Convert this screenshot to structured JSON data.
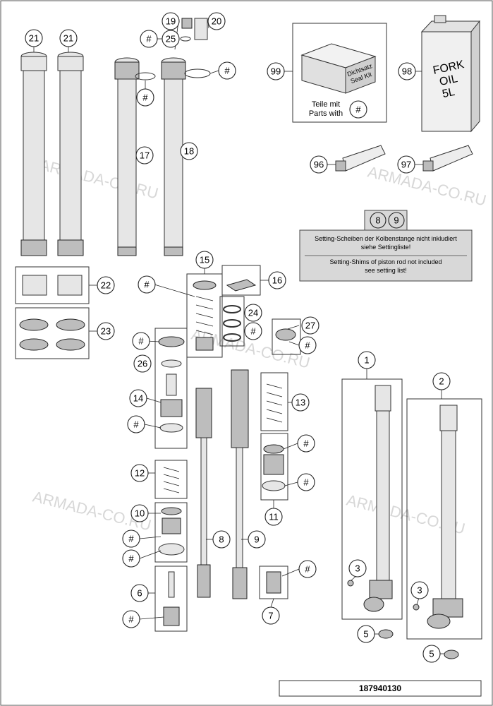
{
  "watermark": "ARMADA-CO.RU",
  "drawing_number": "187940130",
  "hash_symbol": "#",
  "callouts": {
    "c1": "1",
    "c2": "2",
    "c3": "3",
    "c5": "5",
    "c6": "6",
    "c7": "7",
    "c8": "8",
    "c9": "9",
    "c10": "10",
    "c11": "11",
    "c12": "12",
    "c13": "13",
    "c14": "14",
    "c15": "15",
    "c16": "16",
    "c17": "17",
    "c18": "18",
    "c19": "19",
    "c20": "20",
    "c21": "21",
    "c22": "22",
    "c23": "23",
    "c24": "24",
    "c25": "25",
    "c26": "26",
    "c27": "27",
    "c96": "96",
    "c97": "97",
    "c98": "98",
    "c99": "99"
  },
  "seal_kit": {
    "box_line1": "Dichtsatz",
    "box_line2": "Seal Kit",
    "caption_de": "Teile mit",
    "caption_en": "Parts with"
  },
  "fork_oil": {
    "line1": "FORK",
    "line2": "OIL",
    "line3": "5L"
  },
  "setting_note": {
    "ref_a": "8",
    "ref_b": "9",
    "de_line1": "Setting-Scheiben der Kolbenstange nicht inkludiert",
    "de_line2": "siehe Settingliste!",
    "en_line1": "Setting-Shims of piston rod not included",
    "en_line2": "see setting list!"
  }
}
